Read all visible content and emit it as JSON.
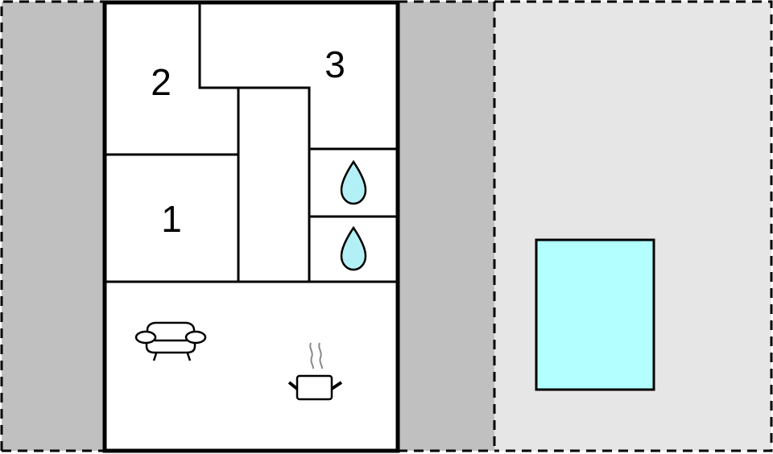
{
  "diagram": {
    "type": "floor-plan",
    "colors": {
      "terrace_dark": "#c0c0c0",
      "terrace_light": "#e6e6e6",
      "house_fill": "#ffffff",
      "wall": "#000000",
      "pool": "#b3ffff",
      "water_drop": "#b3f0f5",
      "steam": "#888888"
    },
    "rooms": [
      {
        "id": "room-1",
        "label": "1",
        "kind": "bedroom"
      },
      {
        "id": "room-2",
        "label": "2",
        "kind": "bedroom"
      },
      {
        "id": "room-3",
        "label": "3",
        "kind": "bedroom"
      }
    ],
    "bathrooms": [
      {
        "id": "bathroom-1",
        "icon": "water-drop-icon"
      },
      {
        "id": "bathroom-2",
        "icon": "water-drop-icon"
      }
    ],
    "living_area": {
      "icons": [
        "sofa-icon",
        "cooking-pot-icon"
      ]
    },
    "outdoor": [
      {
        "id": "terrace-left",
        "style": "dashed"
      },
      {
        "id": "terrace-right",
        "style": "dashed"
      },
      {
        "id": "garden",
        "style": "dashed"
      },
      {
        "id": "pool",
        "kind": "swimming-pool"
      }
    ]
  }
}
